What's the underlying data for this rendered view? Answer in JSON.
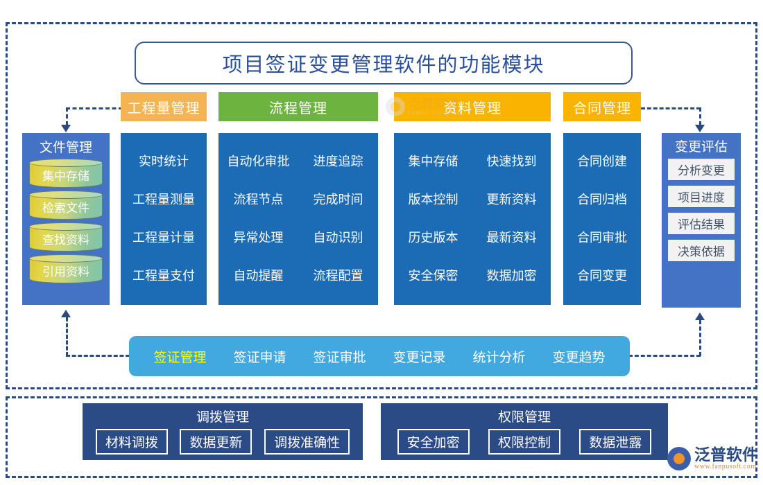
{
  "title": "项目签证变更管理软件的功能模块",
  "columns": [
    {
      "header": "工程量管理",
      "color": "#f5b454",
      "groups": [
        [
          "实时统计",
          "工程量测量",
          "工程量计量",
          "工程量支付"
        ]
      ]
    },
    {
      "header": "流程管理",
      "color": "#6cb33f",
      "groups": [
        [
          "自动化审批",
          "流程节点",
          "异常处理",
          "自动提醒"
        ],
        [
          "进度追踪",
          "完成时间",
          "自动识别",
          "流程配置"
        ]
      ]
    },
    {
      "header": "资料管理",
      "color": "#fab400",
      "groups": [
        [
          "集中存储",
          "版本控制",
          "历史版本",
          "安全保密"
        ],
        [
          "快速找到",
          "更新资料",
          "最新资料",
          "数据加密"
        ]
      ]
    },
    {
      "header": "合同管理",
      "color": "#fab400",
      "groups": [
        [
          "合同创建",
          "合同归档",
          "合同审批",
          "合同变更"
        ]
      ]
    }
  ],
  "left_sidebar": {
    "title": "文件管理",
    "items": [
      "集中存储",
      "检索文件",
      "查找资料",
      "引用资料"
    ]
  },
  "right_sidebar": {
    "title": "变更评估",
    "items": [
      "分析变更",
      "项目进度",
      "评估结果",
      "决策依据"
    ]
  },
  "bottom_bar": {
    "items": [
      "签证管理",
      "签证申请",
      "签证审批",
      "变更记录",
      "统计分析",
      "变更趋势"
    ],
    "accent_color": "#ffff00",
    "background": "#41a8e0"
  },
  "lower_panels": [
    {
      "title": "调拨管理",
      "chips": [
        "材料调拨",
        "数据更新",
        "调拨准确性"
      ]
    },
    {
      "title": "权限管理",
      "chips": [
        "安全加密",
        "权限控制",
        "数据泄露"
      ]
    }
  ],
  "watermark": {
    "cn": "泛普软件",
    "en": "FANPU SOFTWARE"
  },
  "logo": {
    "cn": "泛普软件",
    "url": "www.fanpusoft.com"
  },
  "theme": {
    "panel_blue": "#1b6cb4",
    "sidebar_blue": "#4472c4",
    "dark_blue": "#2a4b85",
    "dashed_border": "#2a4a80",
    "title_color": "#2a4f9e"
  }
}
